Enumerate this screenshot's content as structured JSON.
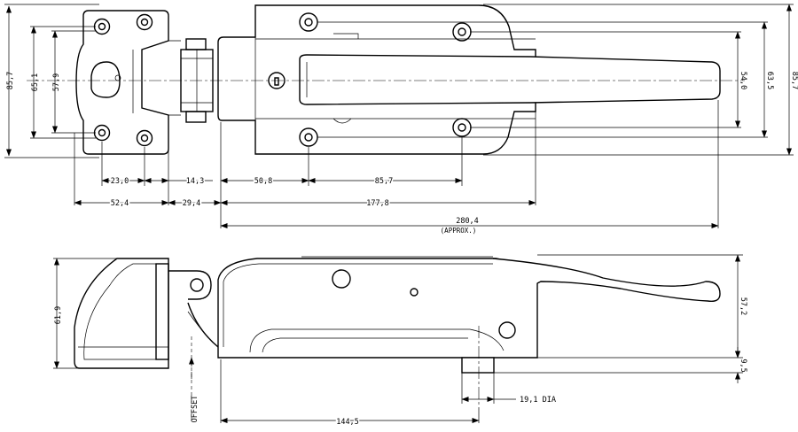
{
  "labels": {
    "top_height_left": "85,7",
    "top_65_1": "65,1",
    "top_57_9": "57,9",
    "top_54_0": "54,0",
    "top_63_5": "63,5",
    "top_height_right": "85,7",
    "dim_23_0": "23,0",
    "dim_14_3": "14,3",
    "dim_50_8": "50,8",
    "dim_85_7": "85,7",
    "dim_52_4": "52,4",
    "dim_29_4": "29,4",
    "dim_177_8": "177,8",
    "dim_280_4": "280,4",
    "dim_approx": "(APPROX.)",
    "side_61_9": "61,9",
    "side_57_2": "57,2",
    "side_9_5": "9,5",
    "side_19_1_dia": "19,1 DIA",
    "side_offset": "OFFSET",
    "side_144_5": "144,5"
  }
}
